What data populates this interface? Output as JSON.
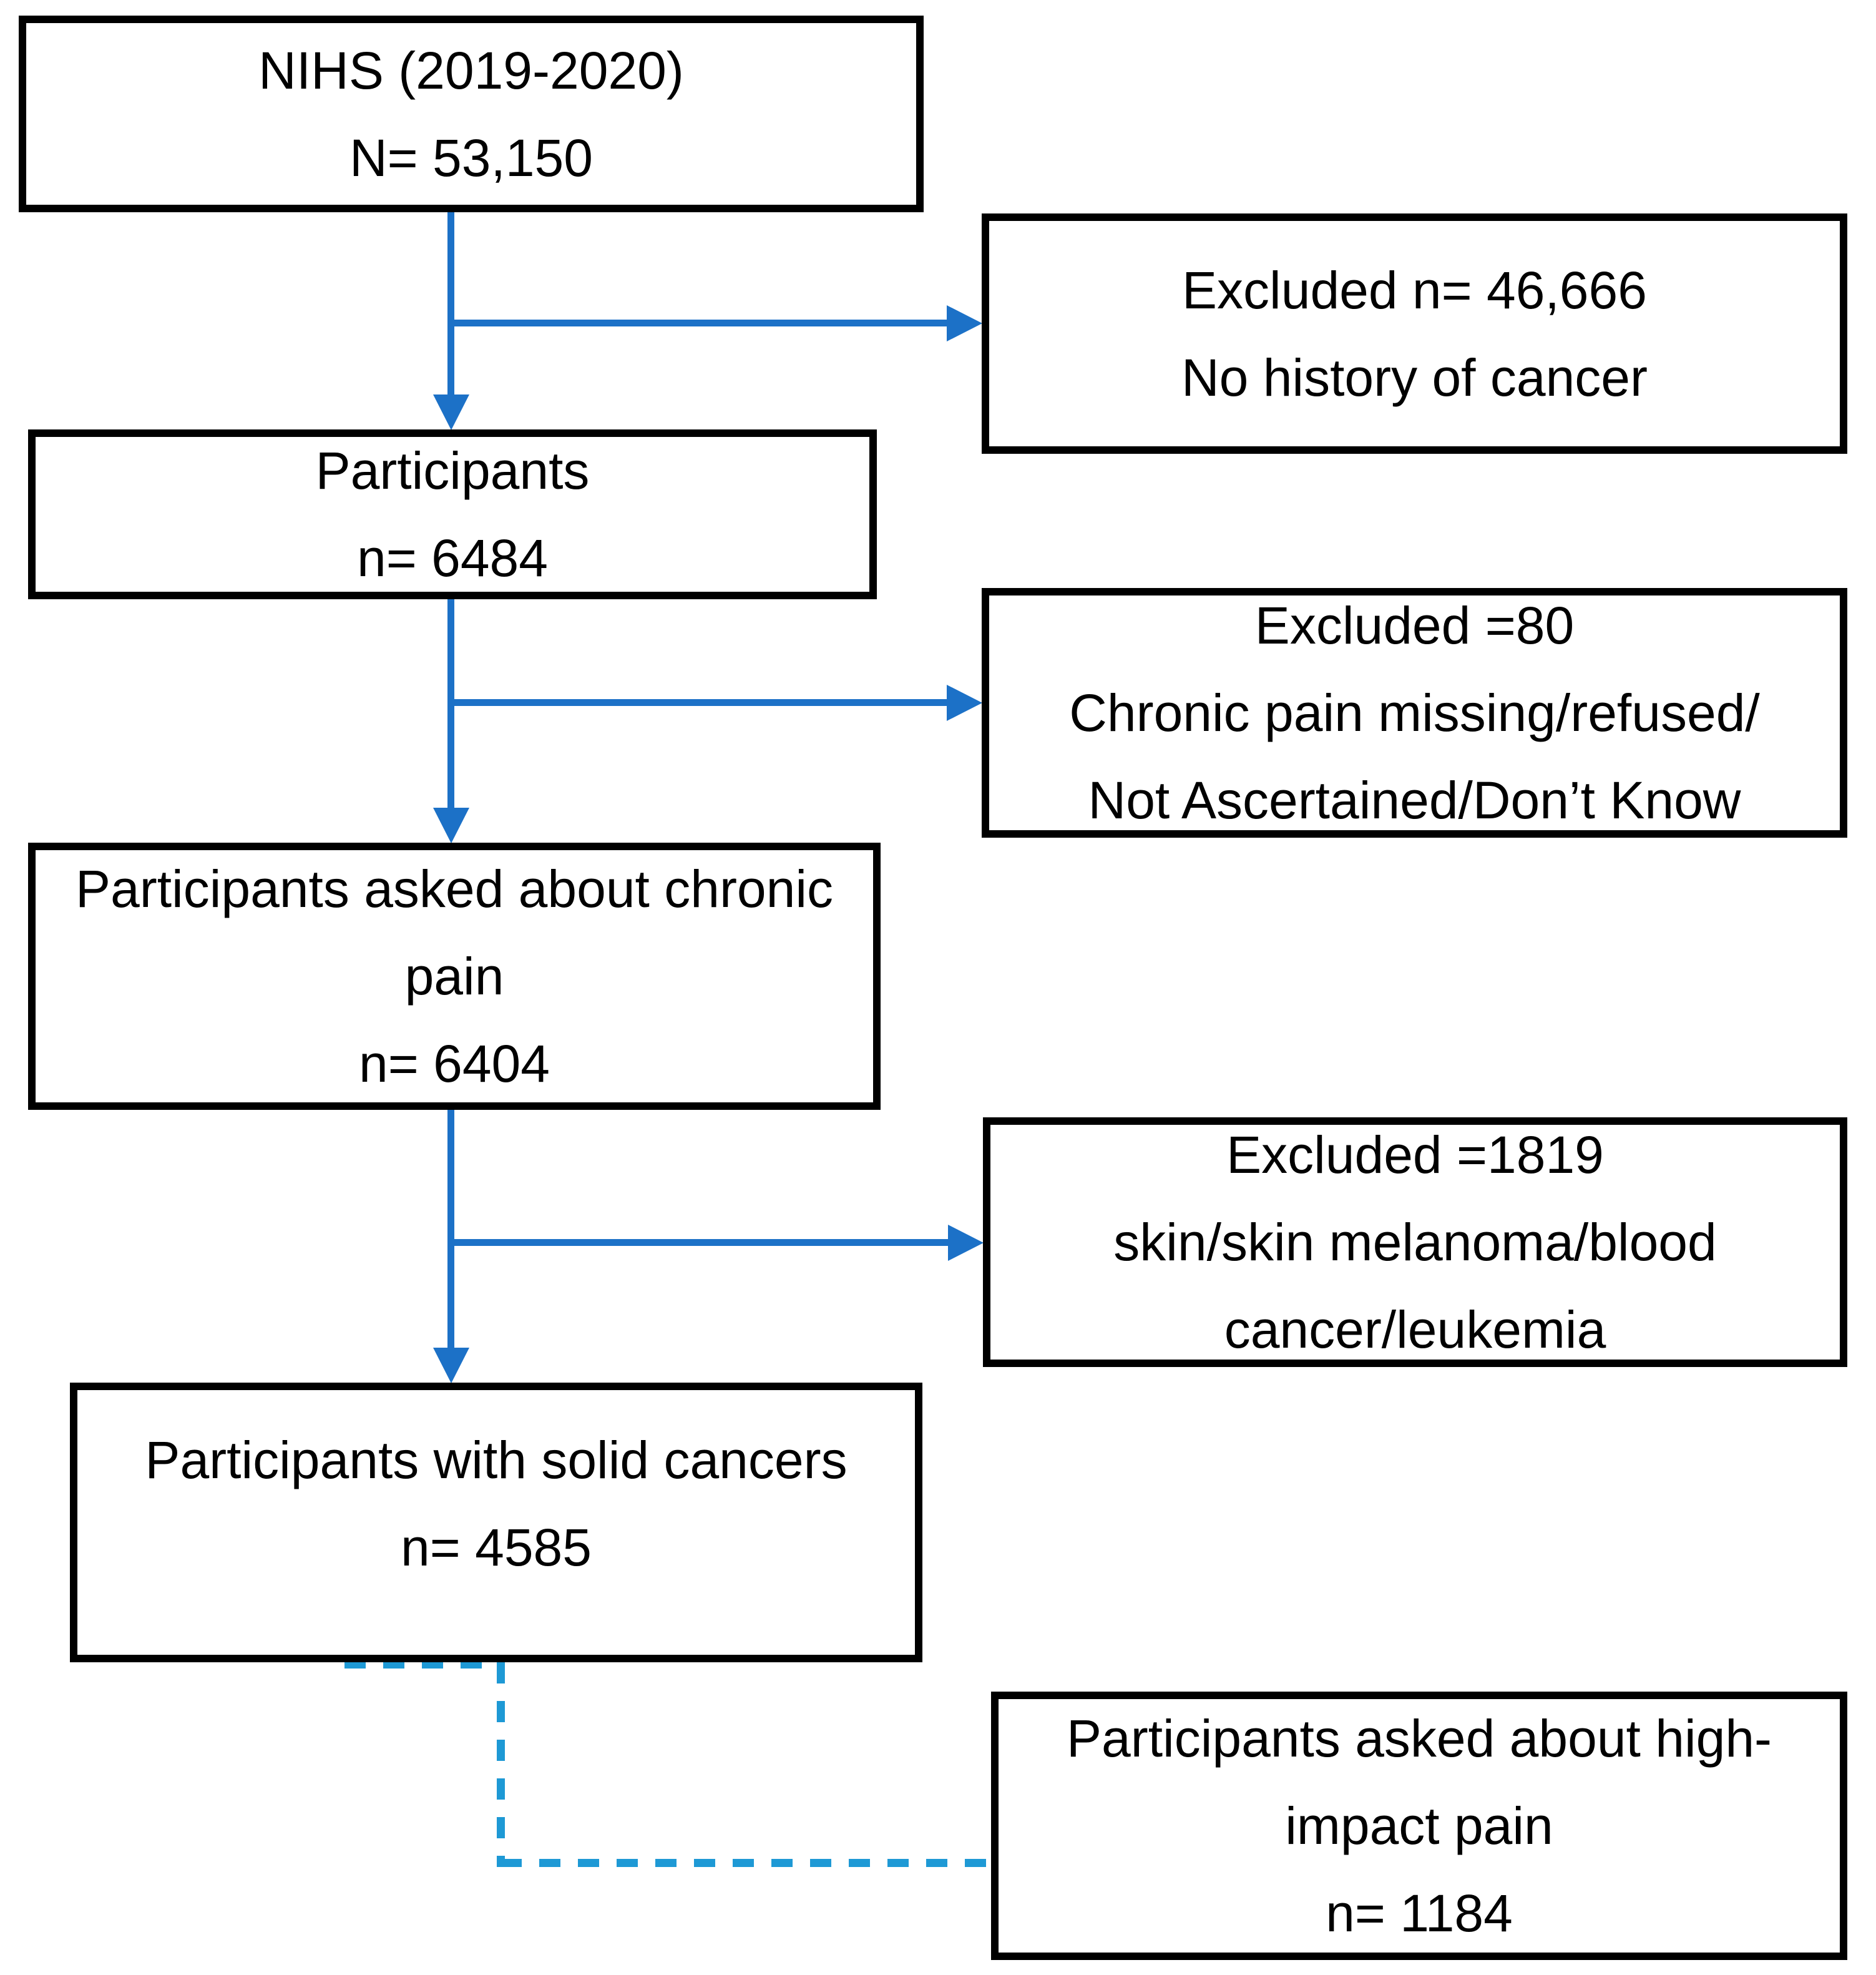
{
  "diagram": {
    "colors": {
      "arrow_solid": "#1C71C7",
      "arrow_dashed": "#1E99D5",
      "box_border": "#000000",
      "background": "#FFFFFF"
    },
    "boxes": {
      "nihs": {
        "lines": [
          "NIHS (2019-2020)",
          "N= 53,150"
        ]
      },
      "excluded_no_cancer": {
        "lines": [
          "Excluded n= 46,666",
          "No history of cancer"
        ]
      },
      "participants": {
        "lines": [
          "Participants",
          "n= 6484"
        ]
      },
      "excluded_chronic_missing": {
        "lines": [
          "Excluded =80",
          "Chronic pain missing/refused/",
          "Not Ascertained/Don’t Know"
        ]
      },
      "asked_chronic_pain": {
        "lines": [
          "Participants asked about chronic",
          "pain",
          "n= 6404"
        ]
      },
      "excluded_skin_blood": {
        "lines": [
          "Excluded =1819",
          "skin/skin melanoma/blood",
          "cancer/leukemia"
        ]
      },
      "solid_cancers": {
        "lines": [
          "Participants with solid cancers",
          "n= 4585"
        ]
      },
      "asked_high_impact": {
        "lines": [
          "Participants asked about high-",
          "impact pain",
          "n= 1184"
        ]
      }
    }
  }
}
